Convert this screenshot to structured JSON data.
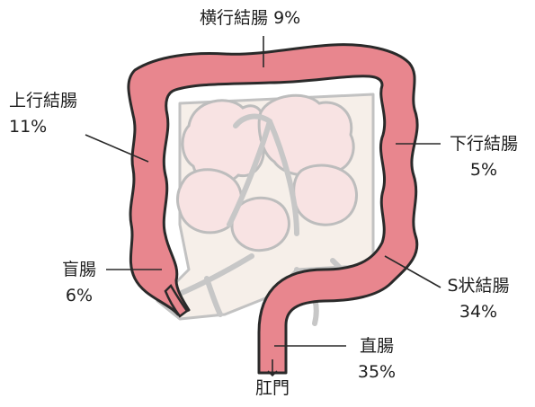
{
  "diagram": {
    "colors": {
      "colon_fill": "#e8868e",
      "colon_stroke": "#2a2a2a",
      "viscera_fill": "#f8e3e3",
      "viscera_stroke": "#b9b9b9",
      "mesentery_fill": "#f6efe9",
      "leader_line": "#2a2a2a"
    },
    "labels": {
      "transverse": {
        "name": "横行結腸",
        "percent": "9%"
      },
      "ascending": {
        "name": "上行結腸",
        "percent": "11%"
      },
      "descending": {
        "name": "下行結腸",
        "percent": "5%"
      },
      "cecum": {
        "name": "盲腸",
        "percent": "6%"
      },
      "sigmoid": {
        "name": "S状結腸",
        "percent": "34%"
      },
      "rectum": {
        "name": "直腸",
        "percent": "35%"
      },
      "anus": {
        "name": "肛門"
      }
    }
  }
}
